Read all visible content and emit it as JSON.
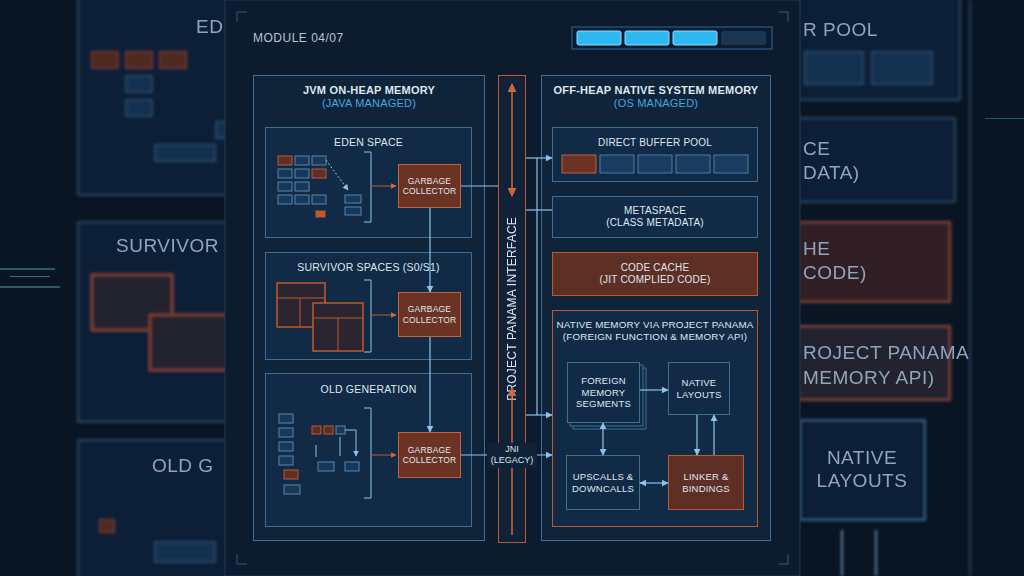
{
  "diagram": {
    "nodes": [
      {
        "text": [
          "JVM ON-HEAP MEMORY",
          "(JAVA MANAGED)"
        ]
      },
      {
        "text": [
          "EDEN SPACE"
        ],
        "in": 0
      },
      {
        "text": [
          "GARBAGE COLLECTOR"
        ],
        "in": 1
      },
      {
        "text": [
          "SURVIVOR SPACES (S0/S1)"
        ],
        "in": 0
      },
      {
        "text": [
          "GARBAGE COLLECTOR"
        ],
        "in": 3
      },
      {
        "text": [
          "OLD GENERATION"
        ],
        "in": 0
      },
      {
        "text": [
          "GARBAGE COLLECTOR"
        ],
        "in": 5
      },
      {
        "text": [
          "PROJECT PANAMA INTERFACE"
        ]
      },
      {
        "text": [
          "OFF-HEAP NATIVE SYSTEM MEMORY",
          "(OS MANAGED)"
        ]
      },
      {
        "text": [
          "DIRECT BUFFER POOL"
        ],
        "in": 8
      },
      {
        "text": [
          "METASPACE",
          "(CLASS METADATA)"
        ],
        "in": 8
      },
      {
        "text": [
          "CODE CACHE",
          "(JIT COMPLIED CODE)"
        ],
        "in": 8
      },
      {
        "text": [
          "NATIVE MEMORY VIA PROJECT PANAMA",
          "(FOREIGN FUNCTION & MEMORY API)"
        ],
        "in": 8
      },
      {
        "text": [
          "FOREIGN MEMORY SEGMENTS"
        ],
        "in": 12
      },
      {
        "text": [
          "NATIVE LAYOUTS"
        ],
        "in": 12
      },
      {
        "text": [
          "UPSCALLS & DOWNCALLS"
        ],
        "in": 12
      },
      {
        "text": [
          "LINKER & BINDINGS"
        ],
        "in": 12
      }
    ],
    "edges": [
      {
        "from": 2,
        "to": 4,
        "arrow": "to"
      },
      {
        "from": 4,
        "to": 6,
        "arrow": "to"
      },
      {
        "from": 2,
        "to": 7,
        "arrow": "none"
      },
      {
        "from": 7,
        "to": 9,
        "arrow": "to"
      },
      {
        "from": 7,
        "to": 10,
        "arrow": "none"
      },
      {
        "from": 7,
        "to": 12,
        "arrow": "to"
      },
      {
        "from": 6,
        "to": 12,
        "label": "JNI (LEGACY)",
        "arrow": "to"
      },
      {
        "from": 13,
        "to": 14,
        "arrow": "to"
      },
      {
        "from": 13,
        "to": 15,
        "arrow": "both"
      },
      {
        "from": 14,
        "to": 16,
        "arrow": "to"
      },
      {
        "from": 16,
        "to": 14,
        "arrow": "to"
      },
      {
        "from": 15,
        "to": 16,
        "arrow": "both"
      }
    ],
    "labels": [
      "MODULE 04/07",
      "ED",
      "SURVIVOR",
      "OLD G",
      "R POOL",
      "CE",
      "DATA)",
      "HE",
      "CODE)",
      "ROJECT PANAMA",
      "MEMORY API)",
      "NATIVE LAYOUTS"
    ]
  }
}
